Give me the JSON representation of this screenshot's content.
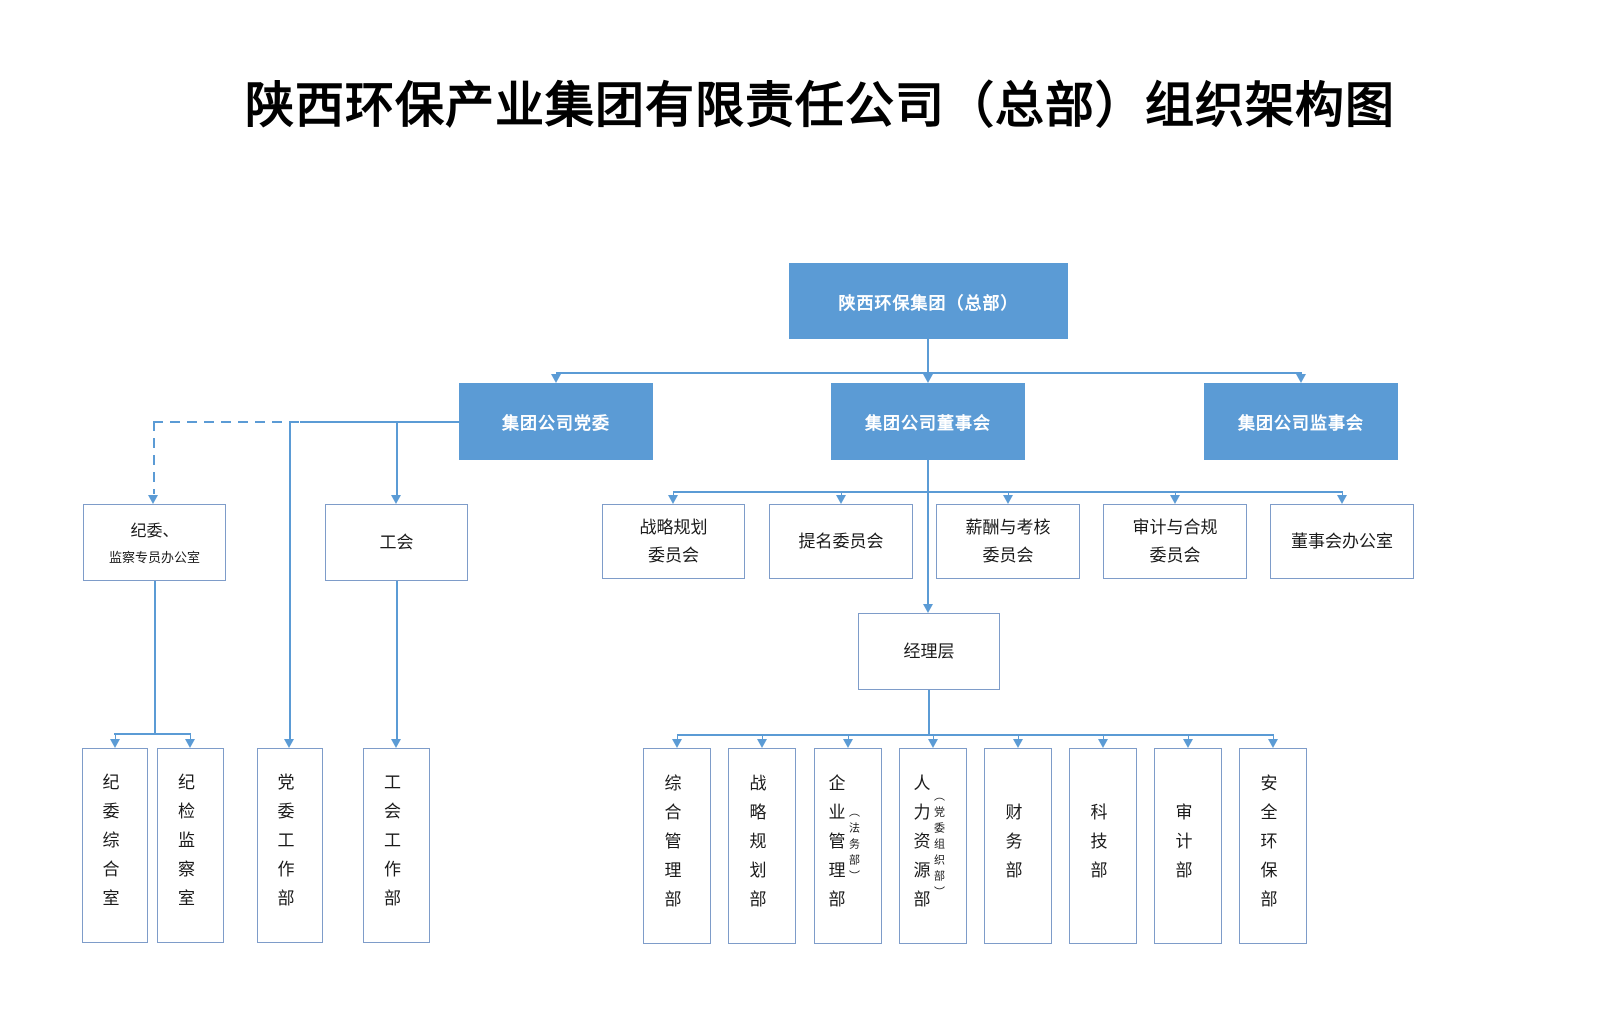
{
  "title": "陕西环保产业集团有限责任公司（总部）组织架构图",
  "colors": {
    "accent": "#5B9BD5",
    "line": "#5B9BD5",
    "box-border": "#7E9CC9"
  },
  "nodes": {
    "root": {
      "label": "陕西环保集团（总部）"
    },
    "party_committee": {
      "label": "集团公司党委"
    },
    "board": {
      "label": "集团公司董事会"
    },
    "supervisory_board": {
      "label": "集团公司监事会"
    },
    "committees": [
      {
        "line1": "战略规划",
        "line2": "委员会"
      },
      {
        "line1": "提名委员会",
        "line2": ""
      },
      {
        "line1": "薪酬与考核",
        "line2": "委员会"
      },
      {
        "line1": "审计与合规",
        "line2": "委员会"
      },
      {
        "line1": "董事会办公室",
        "line2": ""
      }
    ],
    "management": {
      "label": "经理层"
    },
    "discipline_office": {
      "line1": "纪委、",
      "line2": "监察专员办公室"
    },
    "union": {
      "label": "工会"
    },
    "left_departments": [
      {
        "label": "纪委综合室"
      },
      {
        "label": "纪检监察室"
      },
      {
        "label": "党委工作部"
      },
      {
        "label": "工会工作部"
      }
    ],
    "departments": [
      {
        "label": "综合管理部",
        "note": ""
      },
      {
        "label": "战略规划部",
        "note": ""
      },
      {
        "label": "企业管理部",
        "note": "（法务部）"
      },
      {
        "label": "人力资源部",
        "note": "（党委组织部）"
      },
      {
        "label": "财务部",
        "note": ""
      },
      {
        "label": "科技部",
        "note": ""
      },
      {
        "label": "审计部",
        "note": ""
      },
      {
        "label": "安全环保部",
        "note": ""
      }
    ]
  }
}
